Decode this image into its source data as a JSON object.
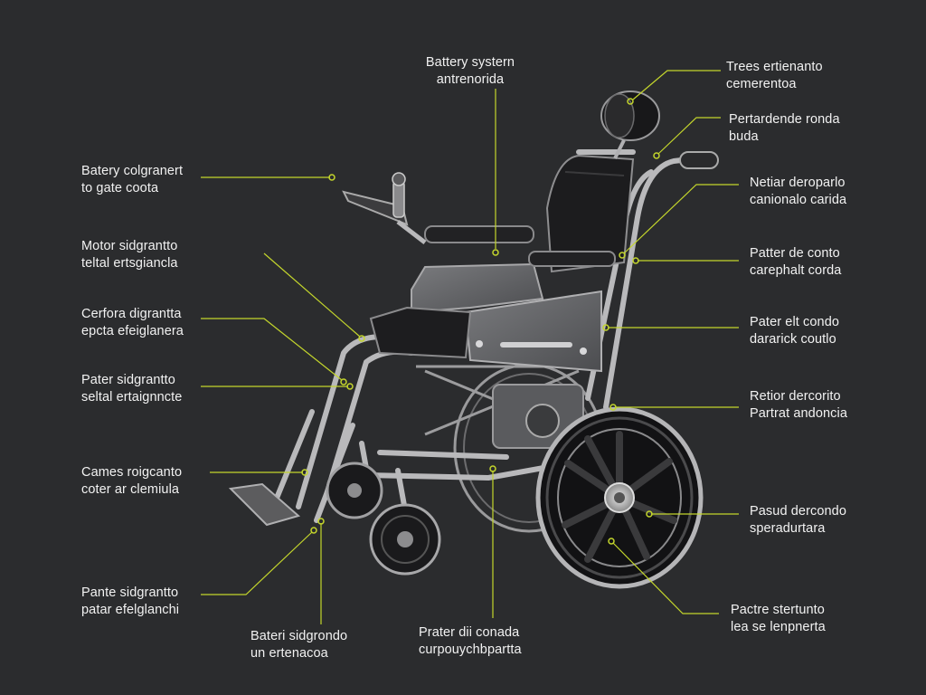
{
  "accent_color": "#c4d62c",
  "background_color": "#2b2c2e",
  "labels": {
    "top_center": [
      "Battery systern",
      "antrenorida"
    ],
    "top_right": [
      "Trees ertienanto",
      "cemerentoa"
    ],
    "left_1": [
      "Batery colgranert",
      "to gate coota"
    ],
    "left_2": [
      "Motor sidgrantto",
      "teltal ertsgiancla"
    ],
    "left_3": [
      "Cerfora digrantta",
      "epcta efeiglanera"
    ],
    "left_4": [
      "Pater sidgrantto",
      "seltal ertaignncte"
    ],
    "left_5": [
      "Cames roigcanto",
      "coter ar clemiula"
    ],
    "left_6": [
      "Pante sidgrantto",
      "patar efelglanchi"
    ],
    "bottom_left": [
      "Bateri sidgrondo",
      "un ertenacoa"
    ],
    "bottom_center": [
      "Prater dii conada",
      "curpouychbpartta"
    ],
    "right_1": [
      "Pertardende ronda",
      "buda"
    ],
    "right_2": [
      "Netiar deroparlo",
      "canionalo carida"
    ],
    "right_3": [
      "Patter de conto",
      "carephalt corda"
    ],
    "right_4": [
      "Pater elt condo",
      "dararick coutlo"
    ],
    "right_5": [
      "Retior dercorito",
      "Partrat andoncia"
    ],
    "right_6": [
      "Pasud dercondo",
      "speradurtara"
    ],
    "right_7": [
      "Pactre stertunto",
      "lea se lenpnerta"
    ]
  }
}
